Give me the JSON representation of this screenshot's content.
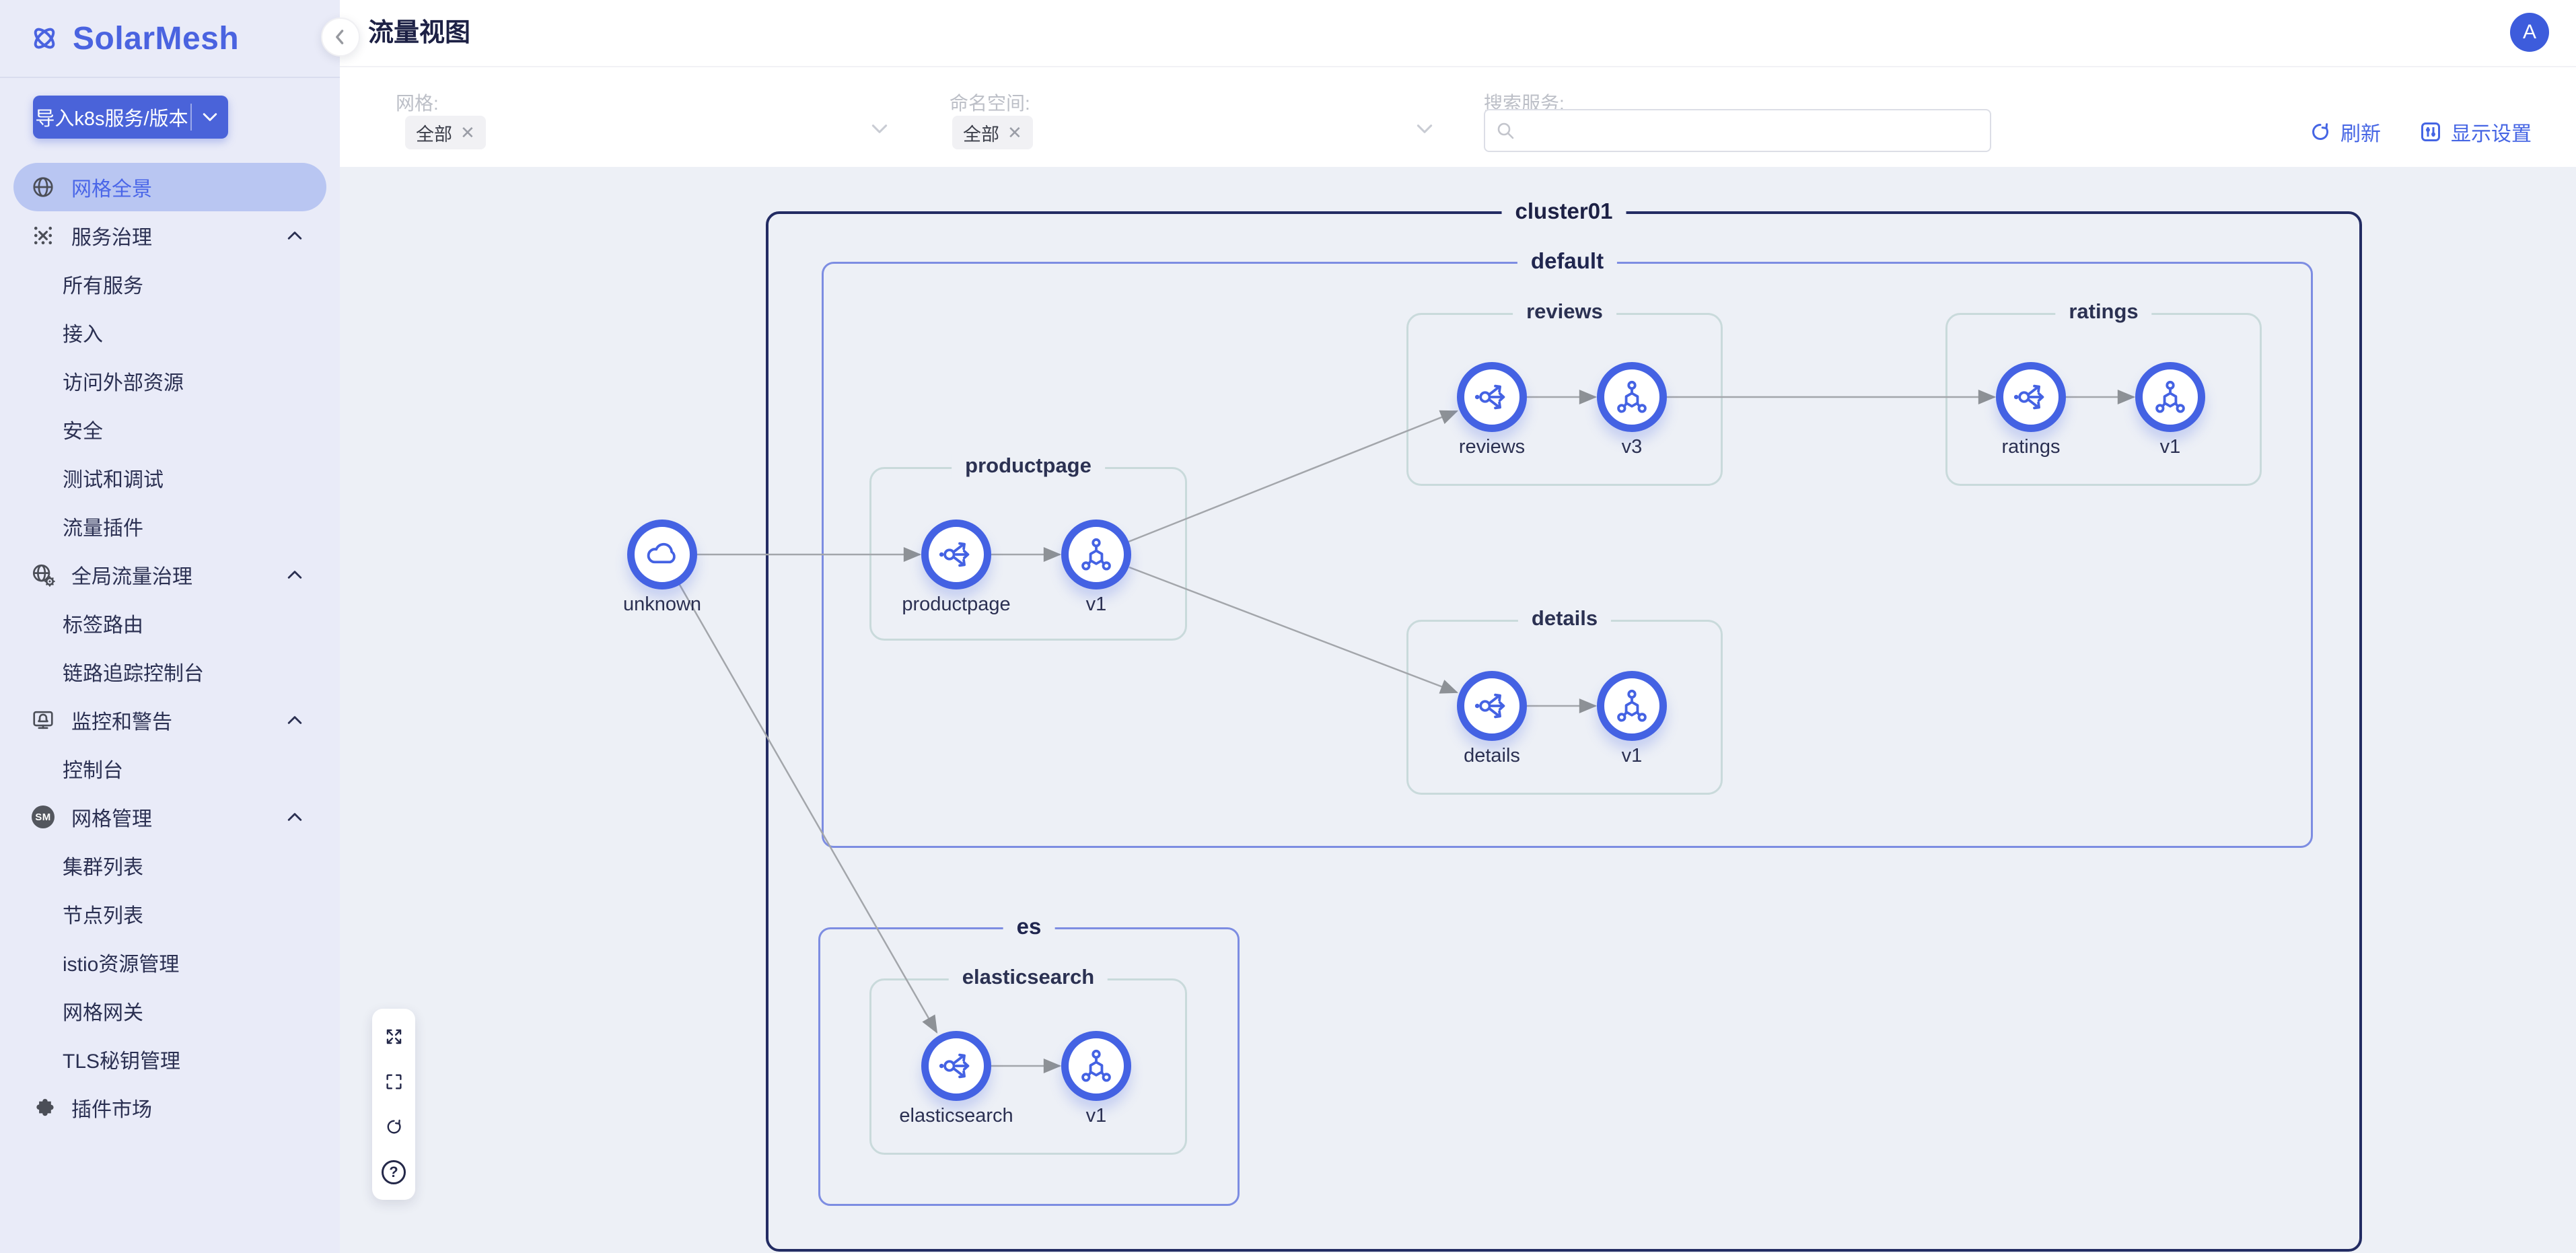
{
  "app": {
    "logo": "SolarMesh"
  },
  "header": {
    "title": "流量视图",
    "avatar": "A"
  },
  "sidebar": {
    "import_button": "导入k8s服务/版本",
    "badges": {
      "sm": "SM"
    },
    "menu": {
      "mesh_overview": "网格全景",
      "service_governance": "服务治理",
      "all_services": "所有服务",
      "access": "接入",
      "external_resources": "访问外部资源",
      "security": "安全",
      "test_debug": "测试和调试",
      "traffic_plugins": "流量插件",
      "global_traffic": "全局流量治理",
      "label_routing": "标签路由",
      "tracing_console": "链路追踪控制台",
      "monitoring_alerts": "监控和警告",
      "console": "控制台",
      "mesh_management": "网格管理",
      "cluster_list": "集群列表",
      "node_list": "节点列表",
      "istio_resources": "istio资源管理",
      "mesh_gateway": "网格网关",
      "tls_keys": "TLS秘钥管理",
      "plugin_market": "插件市场"
    }
  },
  "filters": {
    "mesh_label": "网格:",
    "mesh_tag": "全部",
    "mesh_tag_close": "✕",
    "namespace_label": "命名空间:",
    "namespace_tag": "全部",
    "namespace_tag_close": "✕",
    "search_label": "搜索服务:",
    "search_value": "",
    "refresh_label": "刷新",
    "display_settings_label": "显示设置"
  },
  "graph": {
    "cluster_label": "cluster01",
    "namespace_default": "default",
    "namespace_es": "es",
    "groups": {
      "reviews": "reviews",
      "ratings": "ratings",
      "productpage": "productpage",
      "details": "details",
      "elasticsearch": "elasticsearch"
    },
    "nodes": {
      "unknown": "unknown",
      "productpage_svc": "productpage",
      "productpage_v1": "v1",
      "reviews_svc": "reviews",
      "reviews_v3": "v3",
      "ratings_svc": "ratings",
      "ratings_v1": "v1",
      "details_svc": "details",
      "details_v1": "v1",
      "elasticsearch_svc": "elasticsearch",
      "elasticsearch_v1": "v1"
    },
    "edges": [
      {
        "from": "unknown",
        "to": "productpage"
      },
      {
        "from": "productpage",
        "to": "productpage/v1"
      },
      {
        "from": "productpage/v1",
        "to": "reviews"
      },
      {
        "from": "productpage/v1",
        "to": "details"
      },
      {
        "from": "reviews",
        "to": "reviews/v3"
      },
      {
        "from": "reviews/v3",
        "to": "ratings"
      },
      {
        "from": "ratings",
        "to": "ratings/v1"
      },
      {
        "from": "details",
        "to": "details/v1"
      },
      {
        "from": "unknown",
        "to": "elasticsearch"
      },
      {
        "from": "elasticsearch",
        "to": "elasticsearch/v1"
      }
    ]
  },
  "toolbar": {
    "buttons": [
      "fit-view",
      "fullscreen",
      "refresh",
      "help"
    ],
    "help_glyph": "?"
  },
  "colors": {
    "accent": "#4565e4",
    "node_ring": "#4462e3",
    "cluster_border": "#232c63",
    "namespace_border": "#7d8de2",
    "group_border": "#c9dadb",
    "edge": "#a3a6ab",
    "sidebar_bg": "#e9ebf8",
    "sidebar_active_bg": "#b9c6f2",
    "canvas_bg": "#edf0f6"
  }
}
